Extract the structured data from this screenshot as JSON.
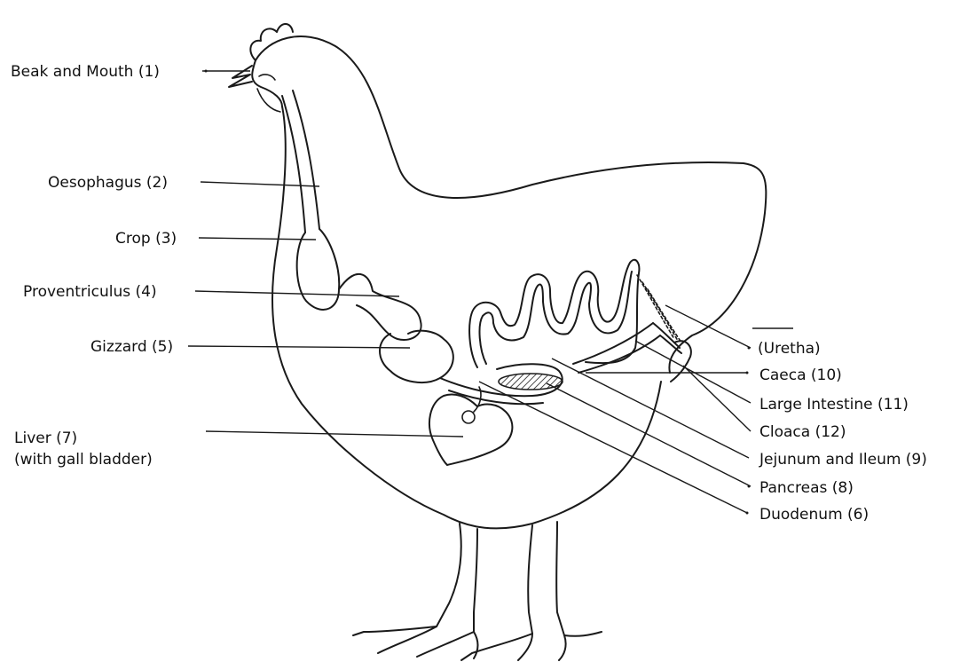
{
  "labels": {
    "beak_mouth": "Beak and Mouth (1)",
    "oesophagus": "Oesophagus (2)",
    "crop": "Crop (3)",
    "proventriculus": "Proventriculus (4)",
    "gizzard": "Gizzard (5)",
    "liver": "Liver (7)",
    "liver_note": "(with gall bladder)",
    "uretha": "(Uretha)",
    "caeca": "Caeca (10)",
    "large_intestine": "Large Intestine (11)",
    "cloaca": "Cloaca (12)",
    "jejunum_ileum": "Jejunum and Ileum (9)",
    "pancreas": "Pancreas (8)",
    "duodenum": "Duodenum (6)"
  }
}
